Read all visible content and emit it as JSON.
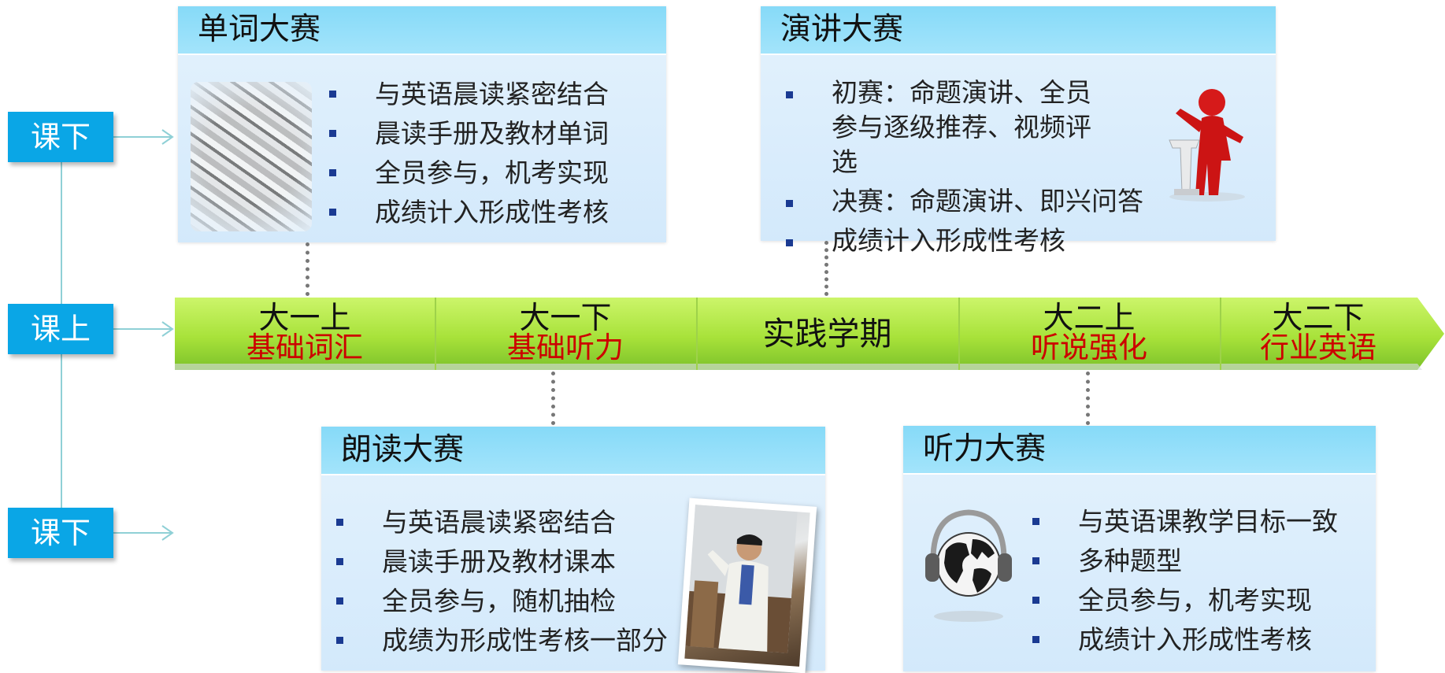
{
  "side_tags": {
    "top": "课下",
    "middle": "课上",
    "bottom": "课下"
  },
  "timeline": {
    "segments": [
      {
        "year": "大一上",
        "focus": "基础词汇"
      },
      {
        "year": "大一下",
        "focus": "基础听力"
      },
      {
        "year": "实践学期",
        "focus": ""
      },
      {
        "year": "大二上",
        "focus": "听说强化"
      },
      {
        "year": "大二下",
        "focus": "行业英语"
      }
    ]
  },
  "panels": {
    "vocab": {
      "title": "单词大赛",
      "bullets": [
        "与英语晨读紧密结合",
        "晨读手册及教材单词",
        "全员参与，机考实现",
        "成绩计入形成性考核"
      ]
    },
    "speech": {
      "title": "演讲大赛",
      "bullets": [
        "初赛：命题演讲、全员参与逐级推荐、视频评选",
        "决赛：命题演讲、即兴问答",
        "成绩计入形成性考核"
      ]
    },
    "reading": {
      "title": "朗读大赛",
      "bullets": [
        "与英语晨读紧密结合",
        "晨读手册及教材课本",
        "全员参与，随机抽检",
        "成绩为形成性考核一部分"
      ]
    },
    "listening": {
      "title": "听力大赛",
      "bullets": [
        "与英语课教学目标一致",
        "多种题型",
        "全员参与，机考实现",
        "成绩计入形成性考核"
      ]
    }
  },
  "colors": {
    "tag_blue": "#0aa6e6",
    "timeline_green": "#a8e23a",
    "focus_red": "#cc0000",
    "panel_header": "#8fdcf8",
    "bullet_navy": "#1a3a92"
  },
  "icons": {
    "bullet": "square-bullet-icon",
    "arrow": "right-arrow-icon"
  }
}
